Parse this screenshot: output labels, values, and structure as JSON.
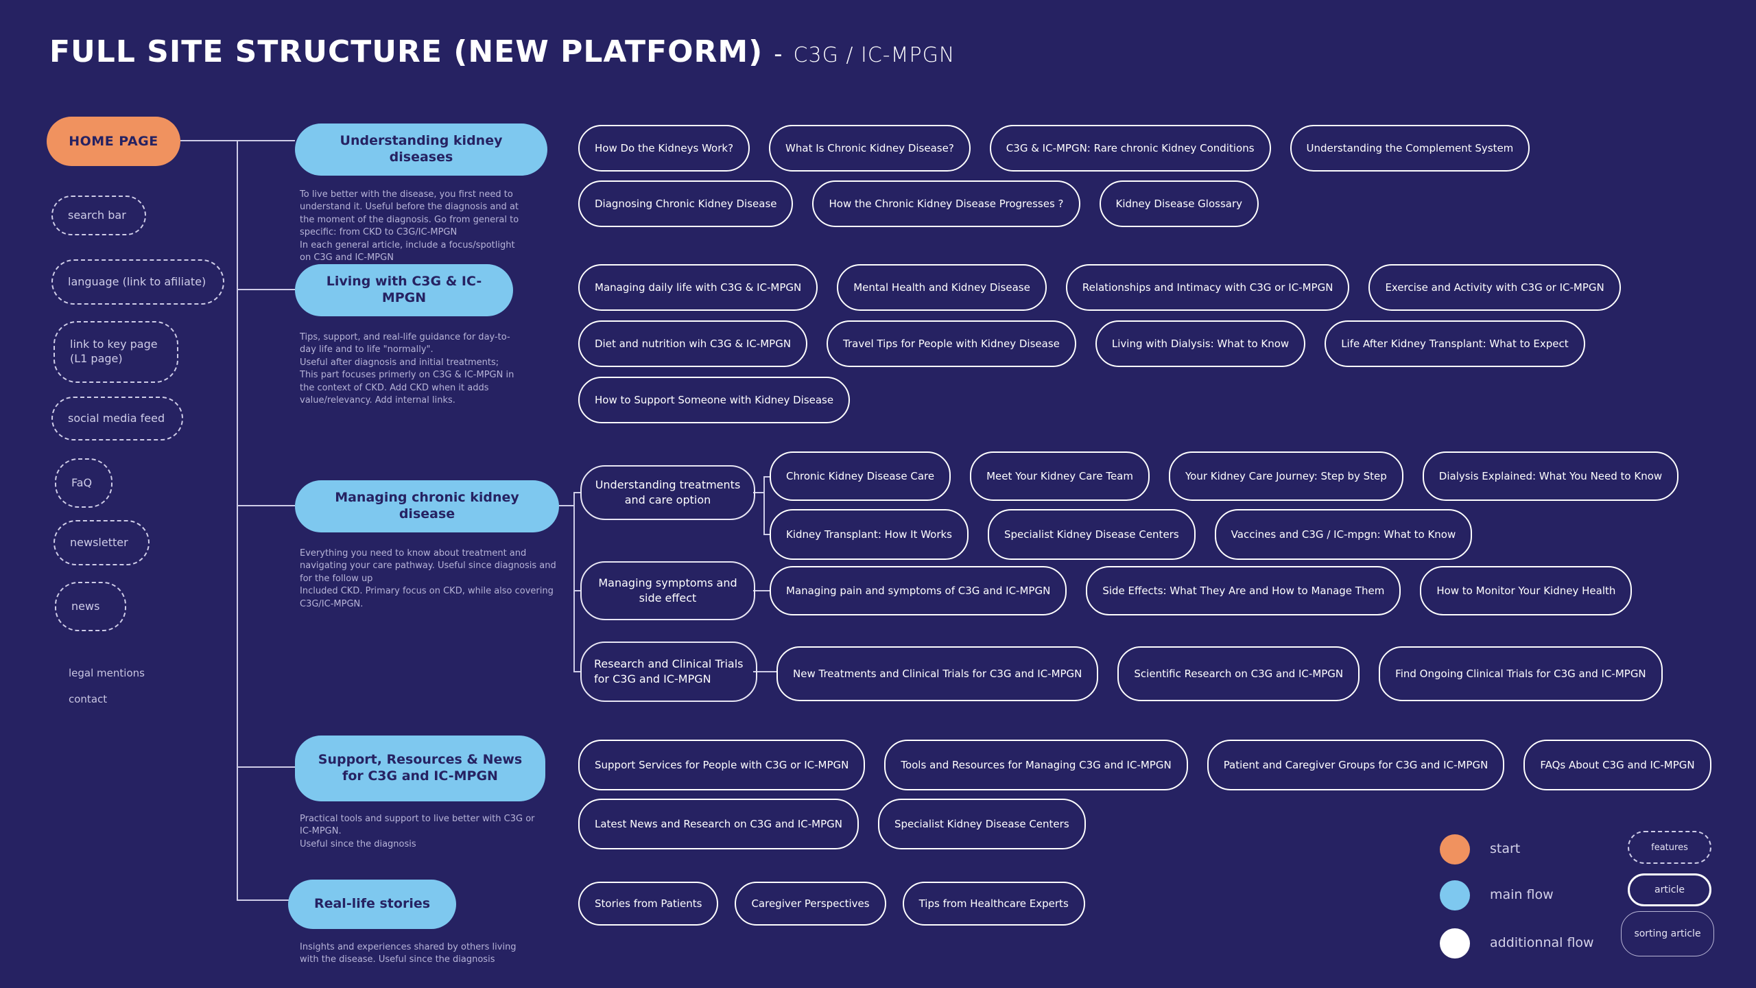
{
  "title": {
    "main": "FULL SITE STRUCTURE (NEW PLATFORM)",
    "separator": "-",
    "subtitle": "C3G / IC-MPGN"
  },
  "home": {
    "label": "HOME PAGE"
  },
  "features": [
    "search bar",
    "language (link to afiliate)",
    "link to key page\n(L1 page)",
    "social media feed",
    "FaQ",
    "newsletter",
    "news"
  ],
  "footer_links": [
    "legal mentions",
    "contact"
  ],
  "sections": [
    {
      "label": "Understanding kidney diseases",
      "description": "To live better with the disease, you first need to understand it. Useful before the diagnosis and at the moment of the diagnosis. Go from general to specific: from CKD to C3G/IC-MPGN\nIn each general article, include a focus/spotlight on C3G and IC-MPGN",
      "article_rows": [
        [
          "How Do the Kidneys Work?",
          "What Is Chronic Kidney Disease?",
          "C3G & IC-MPGN: Rare chronic Kidney Conditions",
          "Understanding the Complement System"
        ],
        [
          "Diagnosing Chronic Kidney Disease",
          "How the Chronic Kidney Disease Progresses ?",
          "Kidney Disease Glossary"
        ]
      ]
    },
    {
      "label": "Living with C3G & IC-MPGN",
      "description": "Tips, support, and real-life guidance for day-to-day life and to life \"normally\".\nUseful after diagnosis and initial treatments;\nThis part focuses primerly on C3G & IC-MPGN in the context of CKD. Add CKD when it adds value/relevancy. Add internal links.",
      "article_rows": [
        [
          "Managing daily life with C3G & IC-MPGN",
          "Mental Health and Kidney Disease",
          "Relationships and Intimacy with C3G or IC-MPGN",
          "Exercise and Activity with C3G or IC-MPGN"
        ],
        [
          "Diet and nutrition wih C3G & IC-MPGN",
          "Travel Tips for People with Kidney Disease",
          "Living with Dialysis: What to Know",
          "Life After Kidney Transplant: What to Expect"
        ],
        [
          "How to Support Someone with Kidney Disease"
        ]
      ]
    },
    {
      "label": "Managing chronic kidney disease",
      "description": "Everything you need to know about treatment and navigating your care pathway. Useful since diagnosis and for the follow up\nIncluded CKD. Primary focus on CKD, while also covering C3G/IC-MPGN.",
      "subsections": [
        {
          "label": "Understanding treatments and care option",
          "article_rows": [
            [
              "Chronic Kidney Disease Care",
              "Meet Your Kidney Care Team",
              "Your Kidney Care Journey: Step by Step",
              "Dialysis Explained: What You Need to Know"
            ],
            [
              "Kidney Transplant: How It Works",
              "Specialist Kidney Disease Centers",
              "Vaccines and C3G / IC-mpgn: What to Know"
            ]
          ]
        },
        {
          "label": "Managing symptoms and side effect",
          "article_rows": [
            [
              "Managing pain and symptoms of C3G and IC-MPGN",
              "Side Effects: What They Are and How to Manage Them",
              "How to Monitor Your Kidney Health"
            ]
          ]
        },
        {
          "label": "Research and Clinical Trials for C3G and IC-MPGN",
          "article_rows": [
            [
              "New Treatments and Clinical Trials for C3G and IC-MPGN",
              "Scientific Research on C3G and IC-MPGN",
              "Find Ongoing Clinical Trials for C3G and IC-MPGN"
            ]
          ]
        }
      ]
    },
    {
      "label": "Support, Resources & News for C3G and IC-MPGN",
      "description": "Practical tools and support to live better with C3G or IC-MPGN.\nUseful since the diagnosis",
      "article_rows": [
        [
          "Support Services for People with C3G or IC-MPGN",
          "Tools and Resources for Managing C3G and IC-MPGN",
          "Patient and Caregiver Groups for C3G and IC-MPGN",
          "FAQs About C3G and IC-MPGN"
        ],
        [
          "Latest News and Research on C3G and IC-MPGN",
          "Specialist Kidney Disease Centers"
        ]
      ]
    },
    {
      "label": "Real-life stories",
      "description": "Insights and experiences shared by others living with the disease. Useful since the diagnosis",
      "article_rows": [
        [
          "Stories from Patients",
          "Caregiver Perspectives",
          "Tips from Healthcare Experts"
        ]
      ]
    }
  ],
  "legend": {
    "circles": [
      {
        "label": "start",
        "color": "#F0925F"
      },
      {
        "label": "main flow",
        "color": "#7EC8EF"
      },
      {
        "label": "additionnal flow",
        "color": "#FFFFFF"
      }
    ],
    "shapes": [
      {
        "label": "features",
        "style": "dashed"
      },
      {
        "label": "article",
        "style": "solid"
      },
      {
        "label": "sorting article",
        "style": "thin"
      }
    ]
  },
  "colors": {
    "background": "#262262",
    "start": "#F0925F",
    "main_flow": "#7EC8EF",
    "text_light": "#B7B4D8",
    "white": "#FFFFFF"
  }
}
